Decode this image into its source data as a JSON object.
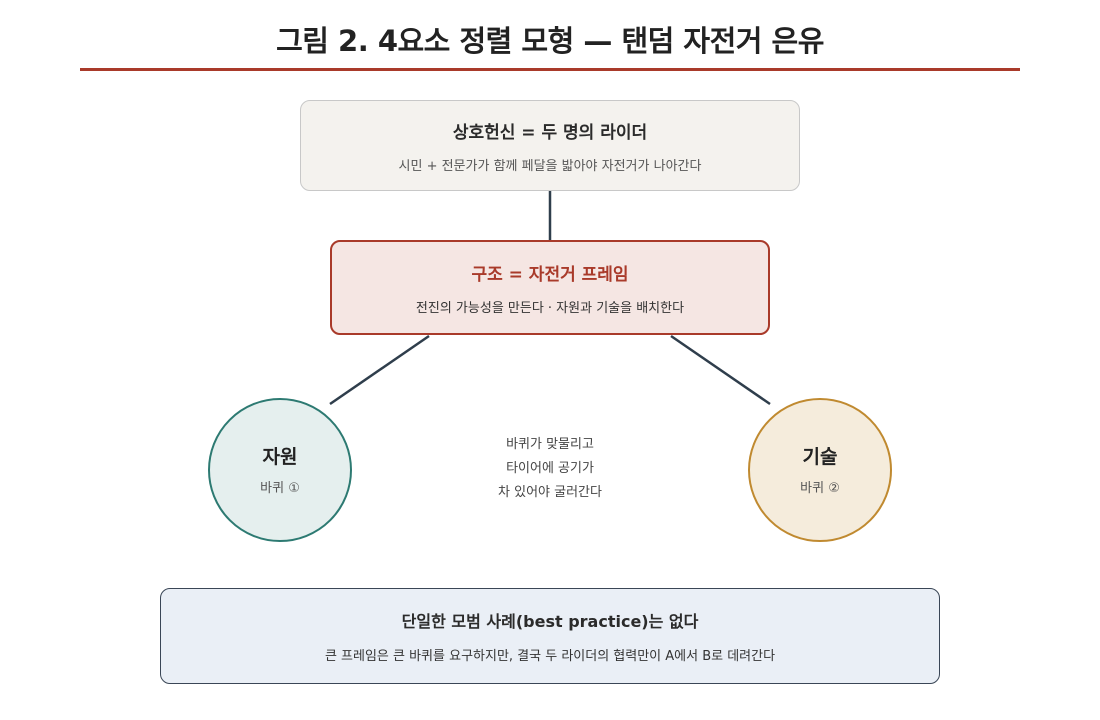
{
  "title": "그림 2. 4요소 정렬 모형 — 탠덤 자전거 은유",
  "top_box": {
    "heading": "상호헌신 = 두 명의 라이더",
    "text": "시민 + 전문가가 함께 페달을 밟아야 자전거가 나아간다"
  },
  "middle_box": {
    "heading": "구조 = 자전거 프레임",
    "text": "전진의 가능성을 만든다 · 자원과 기술을 배치한다"
  },
  "left_circle": {
    "heading": "자원",
    "text": "바퀴 ①"
  },
  "right_circle": {
    "heading": "기술",
    "text": "바퀴 ②"
  },
  "center_note": {
    "line1": "바퀴가 맞물리고",
    "line2": "타이어에 공기가",
    "line3": "차 있어야 굴러간다"
  },
  "bottom_box": {
    "heading": "단일한 모범 사례(best practice)는 없다",
    "text": "큰 프레임은 큰 바퀴를 요구하지만, 결국 두 라이더의 협력만이 A에서 B로 데려간다"
  },
  "colors": {
    "accent_red": "#a93a2a",
    "teal": "#2d7a72",
    "gold": "#c08a30",
    "connector": "#2f3e4c"
  }
}
